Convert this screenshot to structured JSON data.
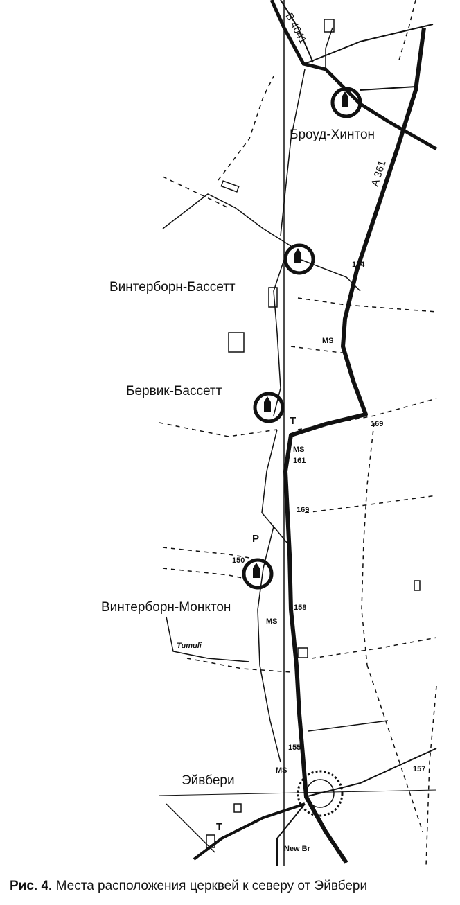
{
  "places": [
    {
      "id": "broud-hinton",
      "label": "Броуд-Хинтон"
    },
    {
      "id": "winterbourne-bassett",
      "label": "Винтерборн-Бассетт"
    },
    {
      "id": "berwick-bassett",
      "label": "Бервик-Бассетт"
    },
    {
      "id": "winterbourne-monkton",
      "label": "Винтерборн-Монктон"
    },
    {
      "id": "avebury",
      "label": "Эйвбери"
    }
  ],
  "roads": {
    "a361": "A 361",
    "b4041": "B 4041"
  },
  "map_marks": {
    "ms": "MS",
    "spot_184": "184",
    "spot_169": "169",
    "spot_161": "161",
    "spot_158": "158",
    "spot_155": "155",
    "spot_157": "157",
    "spot_150": "150",
    "p": "P",
    "t": "T",
    "tumuli": "Tumuli",
    "new_br": "New Br"
  },
  "caption": {
    "prefix": "Рис. 4.",
    "text": " Места расположения церквей к северу от Эйвбери"
  }
}
